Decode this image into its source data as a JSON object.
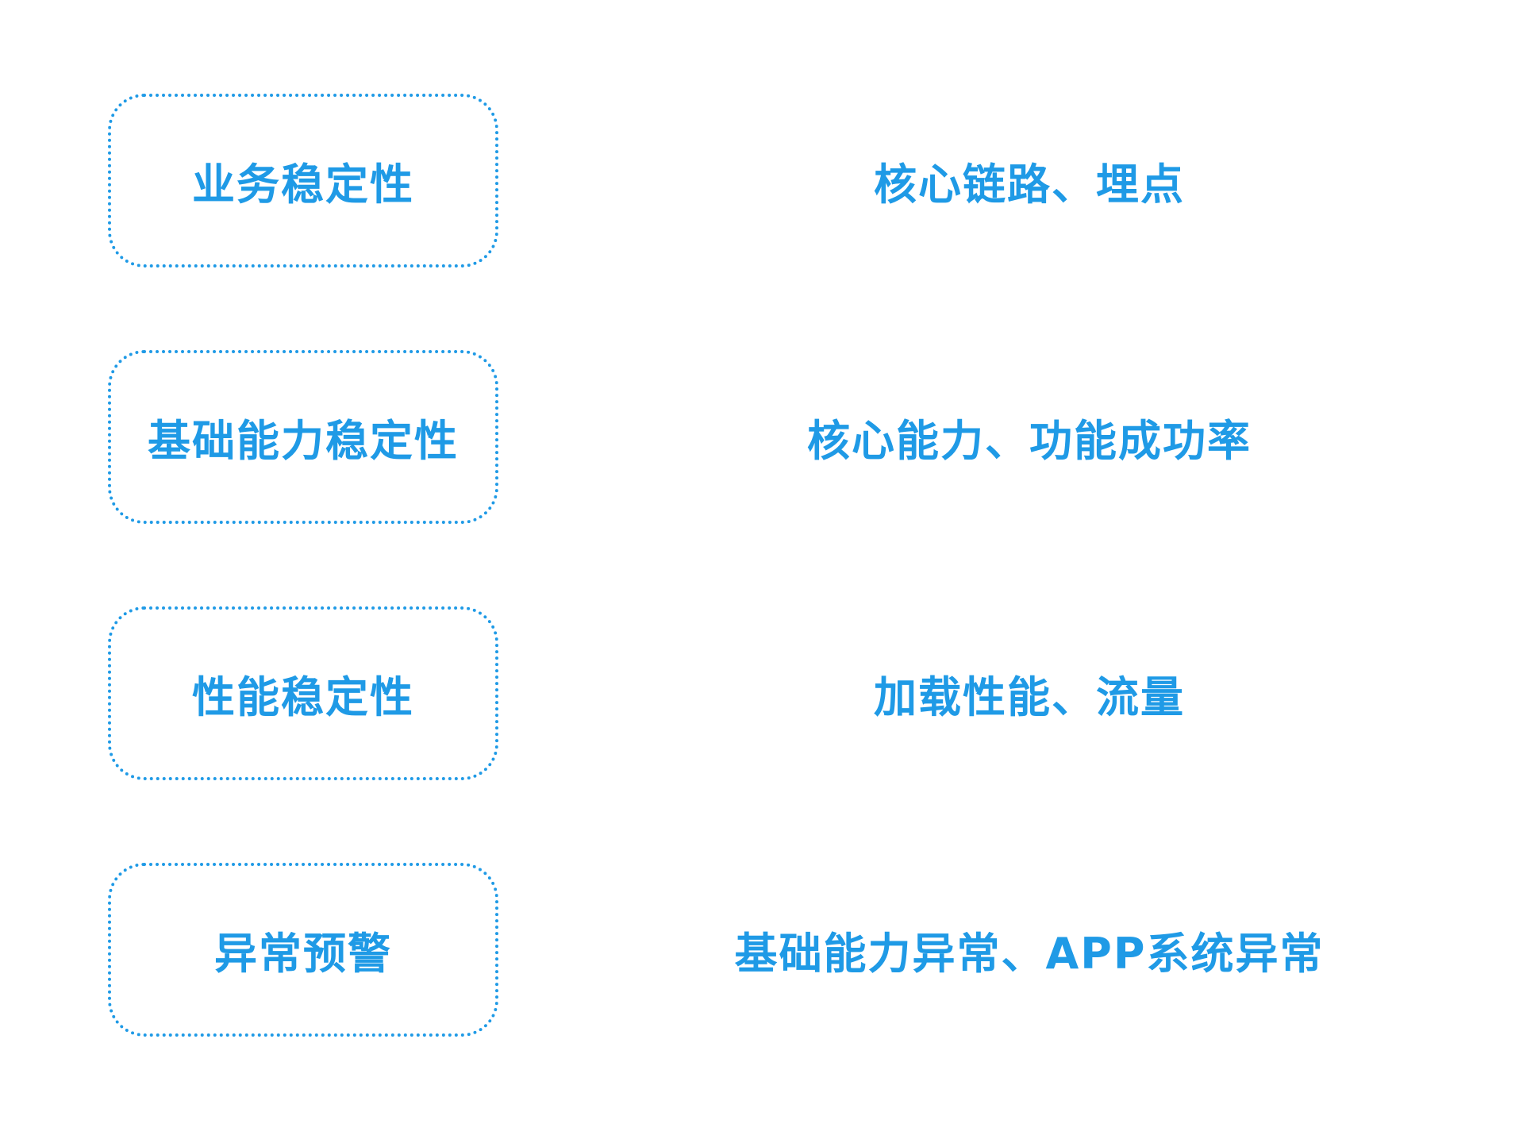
{
  "colors": {
    "accent": "#1f9ae6",
    "background": "#ffffff"
  },
  "rows": [
    {
      "category": "业务稳定性",
      "metrics": "核心链路、埋点"
    },
    {
      "category": "基础能力稳定性",
      "metrics": "核心能力、功能成功率"
    },
    {
      "category": "性能稳定性",
      "metrics": "加载性能、流量"
    },
    {
      "category": "异常预警",
      "metrics": "基础能力异常、APP系统异常"
    }
  ]
}
